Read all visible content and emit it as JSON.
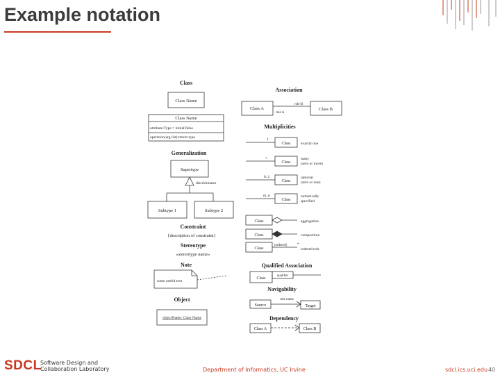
{
  "slide": {
    "title": "Example notation",
    "accent_color": "#c8381f"
  },
  "diagram": {
    "class_heading": "Class",
    "class_name": "Class Name",
    "class_detail_name": "Class Name",
    "attribute_line": "attribute:Type = initialValue",
    "operation_line": "operation(arg list):return type",
    "generalization_heading": "Generalization",
    "supertype": "Supertype",
    "discriminator": "discriminator",
    "subtype1": "Subtype 1",
    "subtype2": "Subtype 2",
    "constraint_heading": "Constraint",
    "constraint_text": "{description of constraint}",
    "stereotype_heading": "Stereotype",
    "stereotype_text": "«stereotype name»",
    "note_heading": "Note",
    "note_text": "some useful text",
    "object_heading": "Object",
    "object_text": "objectName: Class Name",
    "association_heading": "Association",
    "class_a": "Class A",
    "class_b": "Class B",
    "role_b": "role B",
    "role_a": "role A",
    "multiplicities_heading": "Multiplicities",
    "class_label": "Class",
    "mult_one": "1",
    "mult_many": "*",
    "mult_optional": "0..1",
    "mult_numeric": "m..n",
    "exactly_one": "exactly one",
    "many": "many",
    "zero_or_more": "(zero or more)",
    "optional": "optional",
    "zero_or_one": "(zero or one)",
    "numerically": "numerically",
    "specified": "specified",
    "aggregation": "aggregation",
    "composition": "composition",
    "ordered_tag": "{ordered}",
    "ordered_star": "*",
    "ordered_role": "ordered role",
    "qualified_heading": "Qualified Association",
    "qualifier": "qualifier",
    "navigability_heading": "Navigability",
    "role_name": "role name",
    "source": "Source",
    "target": "Target",
    "dependency_heading": "Dependency"
  },
  "footer": {
    "logo": "SDCL",
    "lab_line1": "Software Design and",
    "lab_line2": "Collaboration Laboratory",
    "department": "Department of Informatics, UC Irvine",
    "url": "sdcl.ics.uci.edu",
    "page": "40"
  }
}
